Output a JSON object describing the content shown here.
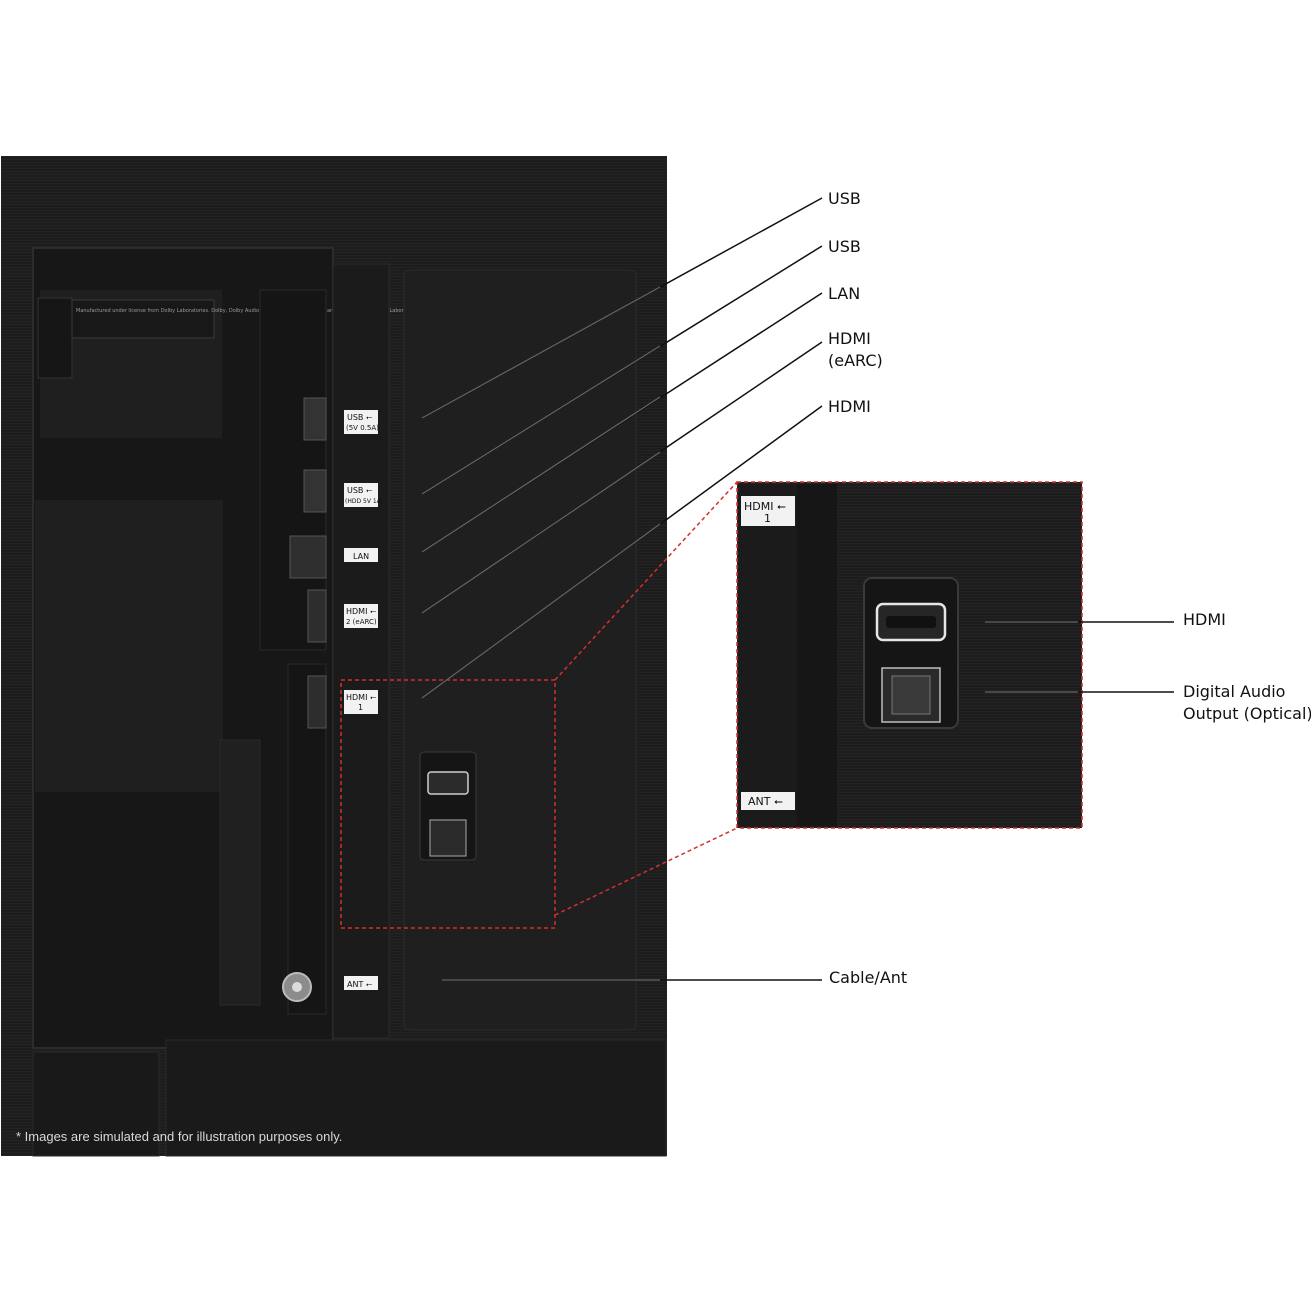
{
  "callouts": {
    "usb_1": "USB",
    "usb_2": "USB",
    "lan": "LAN",
    "hdmi_earc_line1": "HDMI",
    "hdmi_earc_line2": "(eARC)",
    "hdmi": "HDMI",
    "cable_ant": "Cable/Ant",
    "zoom_hdmi": "HDMI",
    "digital_audio_line1": "Digital Audio",
    "digital_audio_line2": "Output (Optical)"
  },
  "port_labels": {
    "usb_a": "USB ⭠",
    "usb_a_spec": "(5V 0.5A)",
    "usb_b": "USB ⭠",
    "usb_b_spec": "(HDD 5V 1A)",
    "lan": "LAN",
    "hdmi2": "HDMI ⭠",
    "hdmi2_spec": "2 (eARC)",
    "hdmi1": "HDMI ⭠",
    "hdmi1_num": "1",
    "ant": "ANT ⭠"
  },
  "zoom_labels": {
    "hdmi1": "HDMI ⭠",
    "hdmi1_num": "1",
    "ant": "ANT ⭠"
  },
  "dolby_notice": "Manufactured under license from Dolby Laboratories. Dolby, Dolby Audio, and the double-D symbol are trademarks of Dolby Laboratories.",
  "disclaimer": "* Images are simulated and for illustration purposes only.",
  "colors": {
    "panel": "#1c1c1c",
    "panel_dark": "#141414",
    "highlight": "#d32f2f",
    "label_bg": "#f2f2f2",
    "line": "#111111"
  }
}
